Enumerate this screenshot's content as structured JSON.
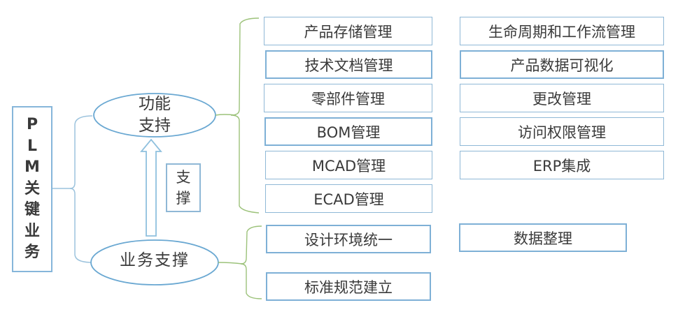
{
  "root": {
    "label_chars": [
      "P",
      "L",
      "M",
      "关",
      "键",
      "业",
      "务"
    ],
    "label": "PLM关键业务"
  },
  "nodes": {
    "function_support": {
      "line1": "功能",
      "line2": "支持"
    },
    "business_support": {
      "label": "业务支撑"
    },
    "support_arrow_label": {
      "line1": "支",
      "line2": "撑"
    }
  },
  "function_items_left": [
    "产品存储管理",
    "技术文档管理",
    "零部件管理",
    "BOM管理",
    "MCAD管理",
    "ECAD管理"
  ],
  "function_items_right": [
    "生命周期和工作流管理",
    "产品数据可视化",
    "更改管理",
    "访问权限管理",
    "ERP集成"
  ],
  "business_items_left": [
    "设计环境统一",
    "标准规范建立"
  ],
  "business_items_right": [
    "数据整理"
  ],
  "colors": {
    "box_border": "#8fb8d6",
    "ellipse_stroke": "#6aa8d2",
    "bracket_blue": "#9cc3dd",
    "bracket_green": "#9cc27a",
    "text": "#3a3a3a"
  }
}
